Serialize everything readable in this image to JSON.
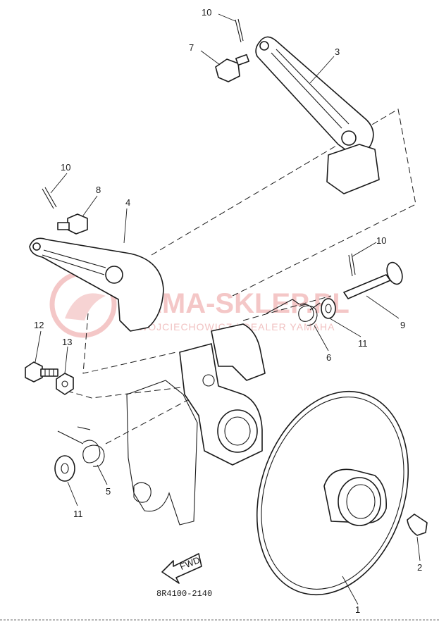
{
  "diagram": {
    "drawing_code": "8R4100-2140",
    "fwd_label": "FWD",
    "watermark": {
      "main": "YAMA-SKLEP.PL",
      "sub": "WOJCIECHOWICZ | DEALER YAMAHA"
    },
    "callouts": [
      {
        "id": "c1",
        "label": "1"
      },
      {
        "id": "c2",
        "label": "2"
      },
      {
        "id": "c3",
        "label": "3"
      },
      {
        "id": "c4",
        "label": "4"
      },
      {
        "id": "c5",
        "label": "5"
      },
      {
        "id": "c6",
        "label": "6"
      },
      {
        "id": "c7",
        "label": "7"
      },
      {
        "id": "c8",
        "label": "8"
      },
      {
        "id": "c9",
        "label": "9"
      },
      {
        "id": "c10a",
        "label": "10"
      },
      {
        "id": "c10b",
        "label": "10"
      },
      {
        "id": "c10c",
        "label": "10"
      },
      {
        "id": "c11a",
        "label": "11"
      },
      {
        "id": "c11b",
        "label": "11"
      },
      {
        "id": "c12",
        "label": "12"
      },
      {
        "id": "c13",
        "label": "13"
      }
    ],
    "colors": {
      "line": "#1a1a1a",
      "watermark": "#f4c7c7",
      "background": "#ffffff"
    }
  }
}
